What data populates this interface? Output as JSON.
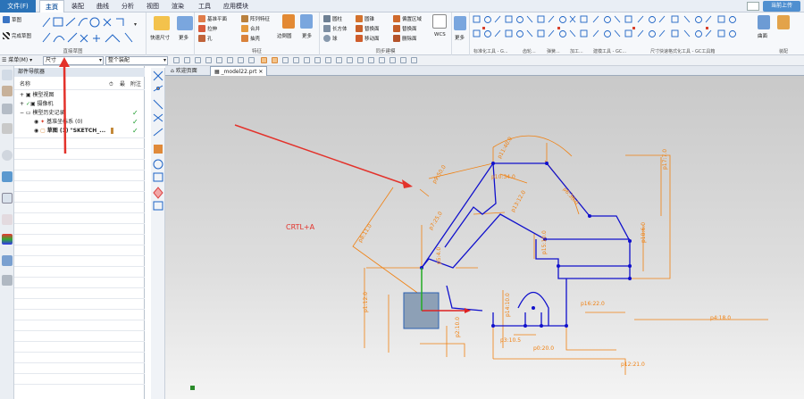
{
  "menubar": {
    "file_label": "文件(F)",
    "tabs": [
      "主页",
      "装配",
      "曲线",
      "分析",
      "视图",
      "渲染",
      "工具",
      "应用模块"
    ],
    "upload_label": "当前上传"
  },
  "ribbon": {
    "sketch_group": {
      "sketch": "草图",
      "finish": "完成草图",
      "label": "直接草图"
    },
    "quick_dim": "快速尺寸",
    "more": "更多",
    "feature_group": {
      "items": [
        "基准平面",
        "拉伸",
        "孔",
        "阵列特征",
        "合并",
        "抽壳",
        "边倒圆"
      ],
      "label": "特征"
    },
    "sync_group": {
      "items": [
        "圆柱",
        "长方体",
        "球",
        "圆锥",
        "替换面",
        "偏置区域",
        "删除面",
        "移动面",
        "WCS"
      ],
      "label": "同步建模"
    },
    "groups_right": [
      "标准化工具 - G...",
      "齿轮...",
      "弹簧...",
      "加工...",
      "建模工具 - GC...",
      "尺寸快速格式化工具 - GC工具箱",
      "装配"
    ],
    "surface": "曲面"
  },
  "selection_bar": {
    "menu_label": "菜单(M)",
    "filter_value": "尺寸",
    "scope_value": "整个装配"
  },
  "navigator": {
    "title": "部件导航器",
    "columns": [
      "名称",
      "⏱",
      "最",
      "附注"
    ],
    "rows": [
      {
        "label": "模型视图",
        "indent": 1
      },
      {
        "label": "摄像机",
        "indent": 1
      },
      {
        "label": "模型历史记录",
        "indent": 1
      },
      {
        "label": "基准坐标系 (0)",
        "indent": 2
      },
      {
        "label": "草图 (1) \"SKETCH_...",
        "indent": 2
      }
    ]
  },
  "doc_tabs": [
    "欢迎页面",
    "_model22.prt"
  ],
  "annotation": "CRTL+A",
  "dimensions": [
    "p9:50.0",
    "p7:25.0",
    "p8:11.0",
    "p10:34.0",
    "p11:40.0",
    "p6:30.0",
    "p5:4.0",
    "p4:18.0",
    "p3:10.5",
    "p1:12.0",
    "p2:10.0",
    "p0:20.0",
    "p12:21.0",
    "p16:22.0",
    "p17:7.0",
    "p18:6.0",
    "p13:12.0",
    "p15:10.0",
    "p14:10.0"
  ],
  "colors": {
    "accent": "#2b73b8",
    "dimension": "#f08010",
    "sketch_line": "#1010cc",
    "arrow": "#e3322b"
  }
}
